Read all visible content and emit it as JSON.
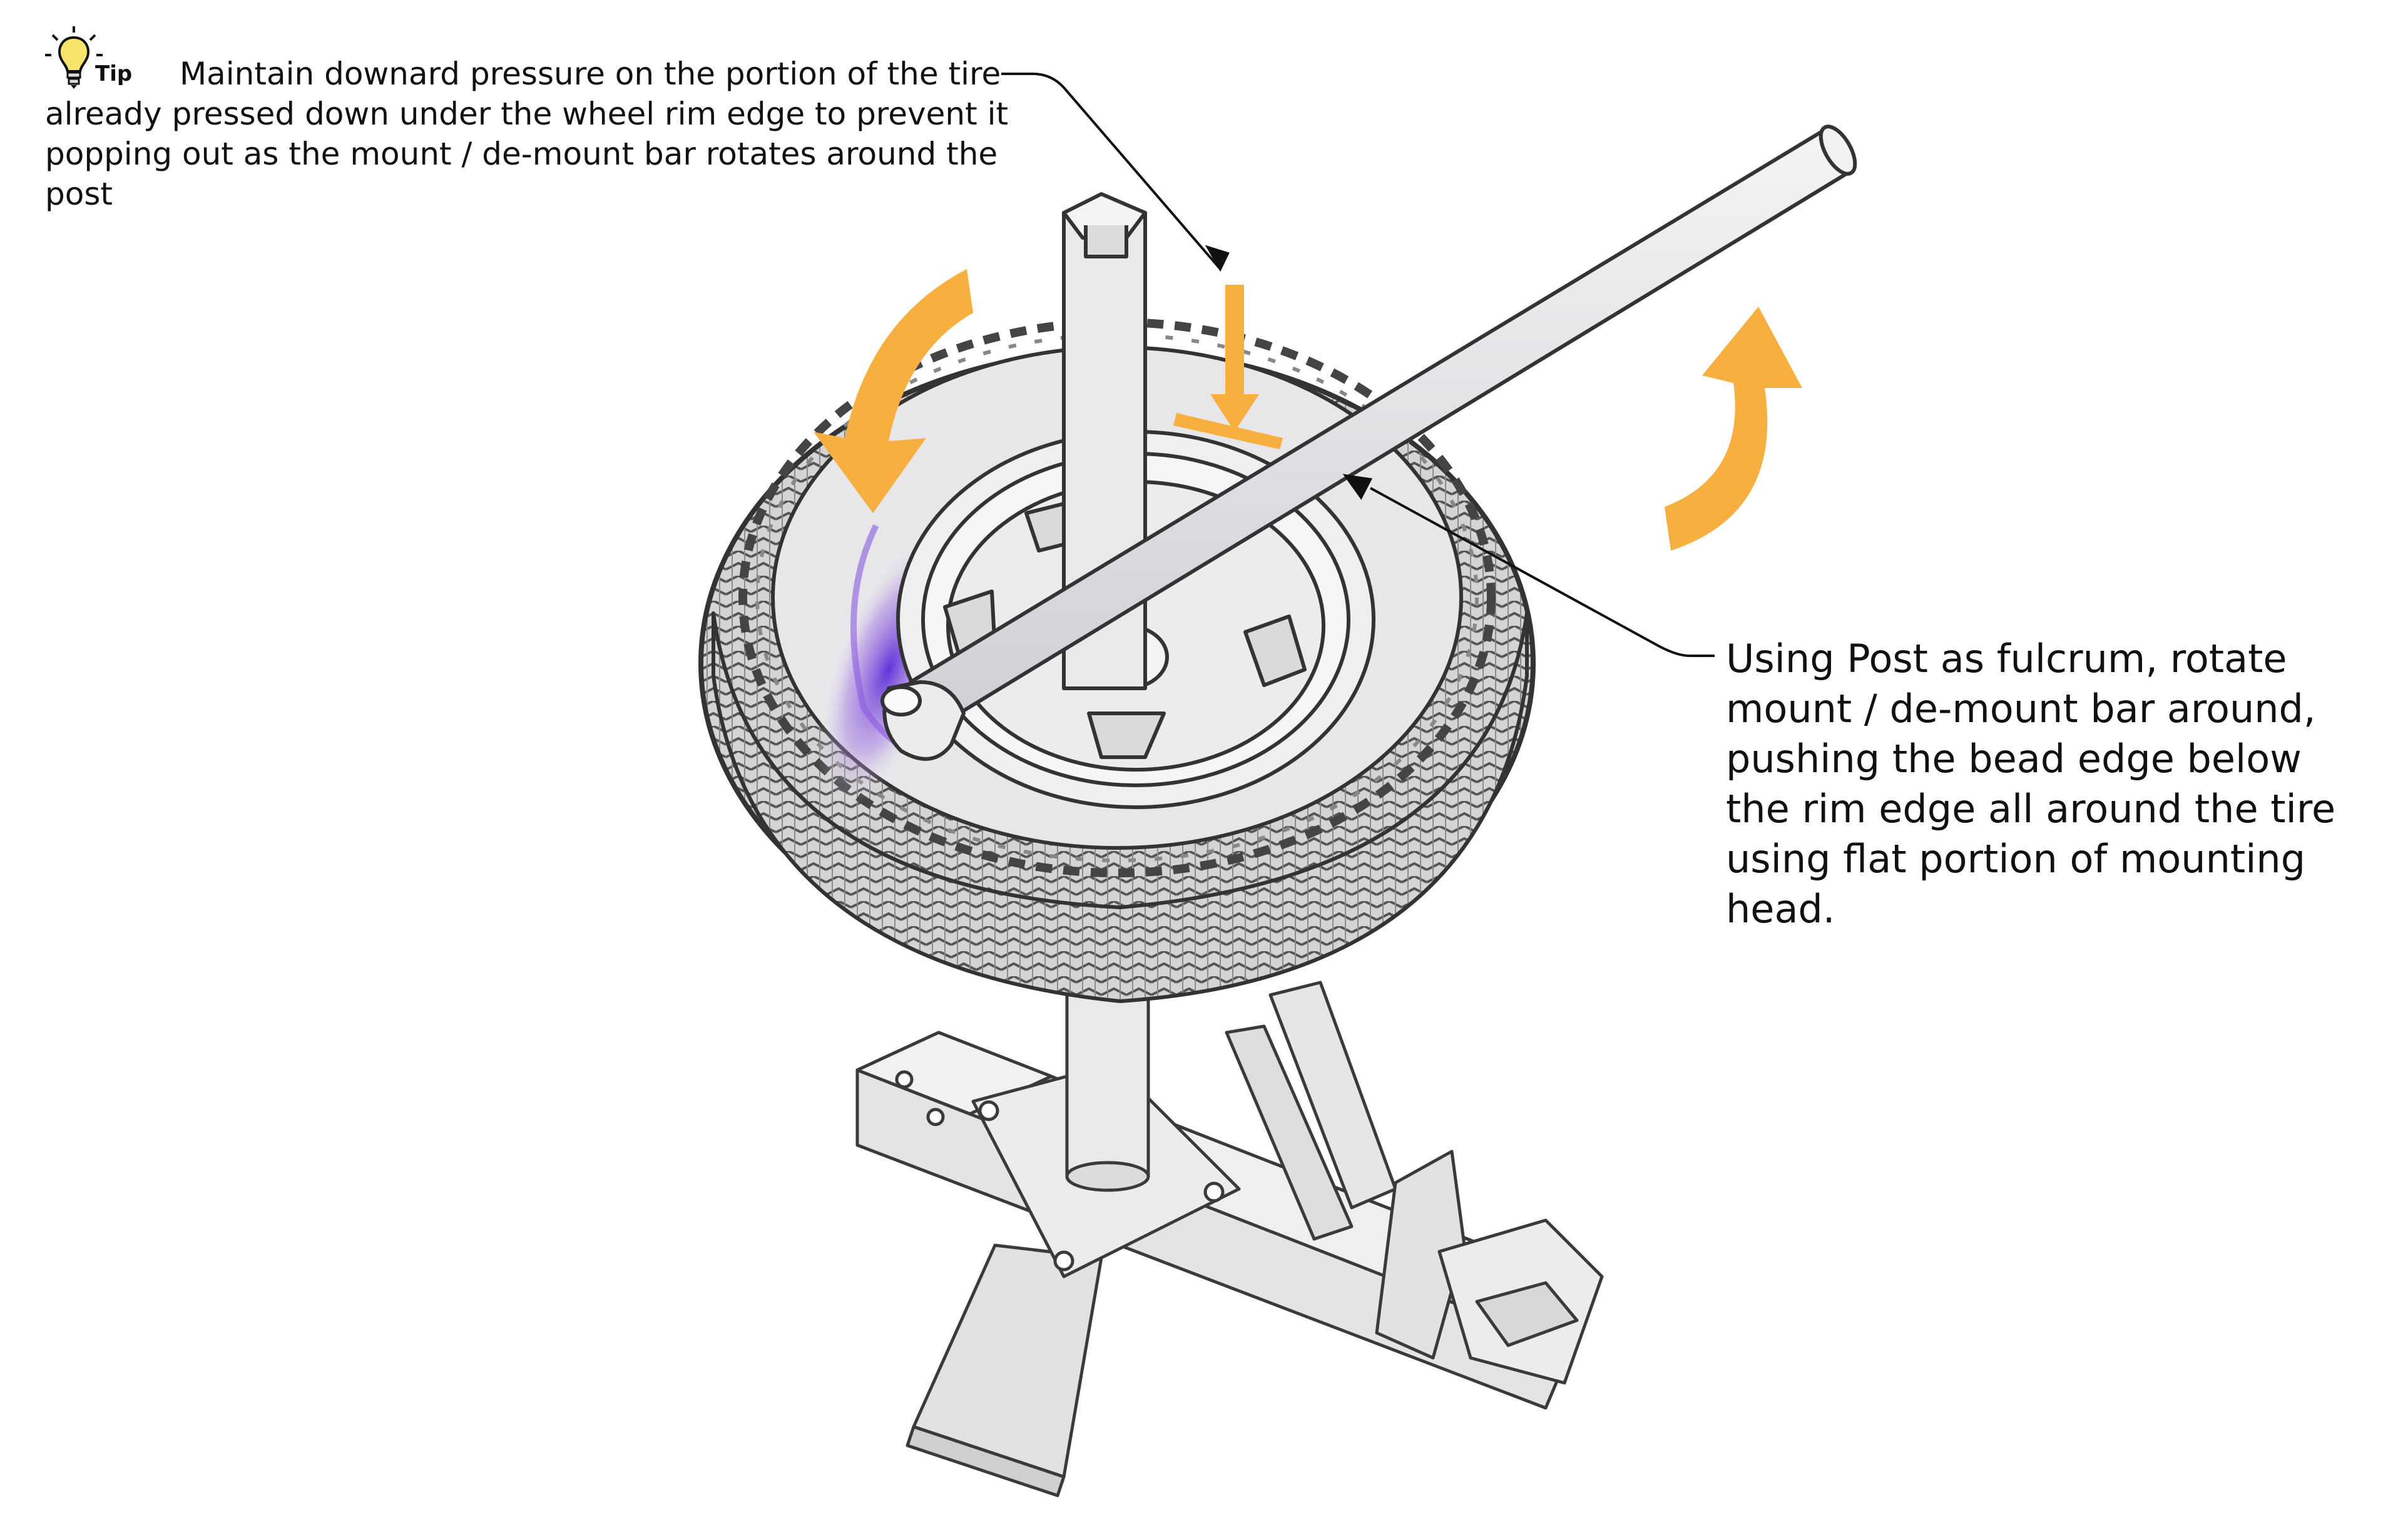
{
  "tip": {
    "label": "Tip",
    "icon": "lightbulb-icon",
    "text": "Maintain downard pressure on the portion of the tire already pressed down under the wheel rim edge to prevent it popping out as the mount / de-mount bar rotates around the post"
  },
  "callout": {
    "text": "Using Post as fulcrum, rotate mount / de-mount bar around, pushing the bead edge below the rim edge all around the tire using flat portion of mounting head."
  },
  "colors": {
    "arrow_orange": "#F7B040",
    "outline": "#3a3a3a",
    "metal_fill": "#e6e6e8",
    "tire_fill": "#d9d9d9",
    "highlight_purple": "#7a3fd0"
  }
}
